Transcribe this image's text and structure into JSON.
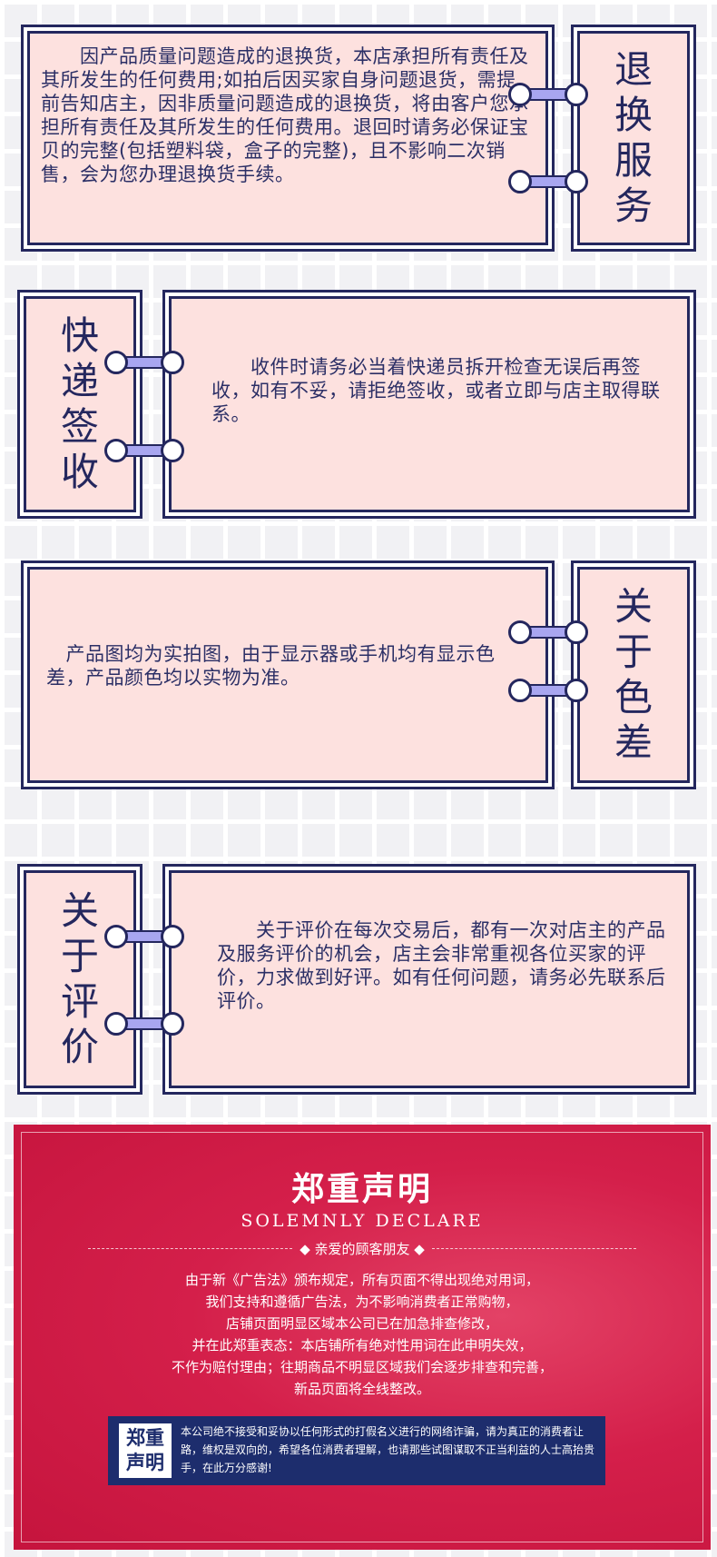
{
  "cards": [
    {
      "tag": [
        "退",
        "换",
        "服",
        "务"
      ],
      "text": "　　因产品质量问题造成的退换货，本店承担所有责任及其所发生的任何费用;如拍后因买家自身问题退货，需提前告知店主，因非质量问题造成的退换货，将由客户您承担所有责任及其所发生的任何费用。退回时请务必保证宝贝的完整(包括塑料袋，盒子的完整)，且不影响二次销售，会为您办理退换货手续。"
    },
    {
      "tag": [
        "快",
        "递",
        "签",
        "收"
      ],
      "text": "　　收件时请务必当着快递员拆开检查无误后再签收，如有不妥，请拒绝签收，或者立即与店主取得联系。"
    },
    {
      "tag": [
        "关",
        "于",
        "色",
        "差"
      ],
      "text": "　产品图均为实拍图，由于显示器或手机均有显示色差，产品颜色均以实物为准。"
    },
    {
      "tag": [
        "关",
        "于",
        "评",
        "价"
      ],
      "text": "　　关于评价在每次交易后，都有一次对店主的产品及服务评价的机会，店主会非常重视各位买家的评价，力求做到好评。如有任何问题，请务必先联系后评价。"
    }
  ],
  "declare": {
    "title": "郑重声明",
    "subtitle": "SOLEMNLY DECLARE",
    "dear": "◆ 亲爱的顾客朋友 ◆",
    "lines": [
      "由于新《广告法》颁布规定，所有页面不得出现绝对用词，",
      "我们支持和遵循广告法，为不影响消费者正常购物，",
      "店铺页面明显区域本公司已在加急排查修改，",
      "并在此郑重表态：本店铺所有绝对性用词在此申明失效，",
      "不作为赔付理由；往期商品不明显区域我们会逐步排查和完善，",
      "新品页面将全线整改。"
    ],
    "stamp": [
      "郑重",
      "声明"
    ],
    "notice": "本公司绝不接受和妥协以任何形式的打假名义进行的网络诈骗，请为真正的消费者让路，维权是双向的，希望各位消费者理解，也请那些试图谋取不正当利益的人士高抬贵手，在此万分感谢!"
  },
  "colors": {
    "navy": "#24275e",
    "card_pink": "#fde1df",
    "ring_lilac": "#a8a6f0",
    "declare_red": "#d41f4a",
    "notice_blue": "#1d2d6d"
  }
}
